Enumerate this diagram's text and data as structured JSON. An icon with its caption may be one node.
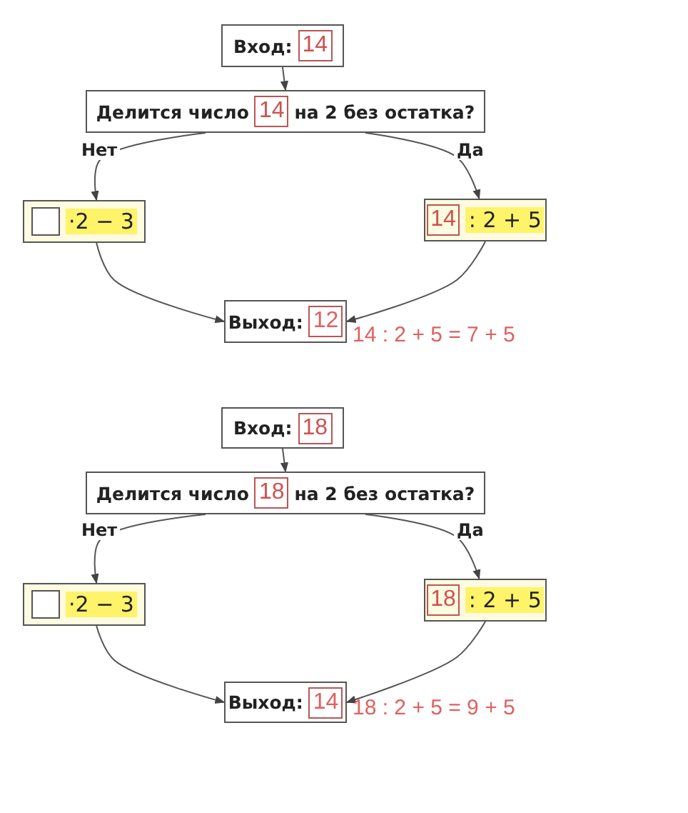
{
  "diagram": {
    "nodes": [
      {
        "text": [
          "Вход:",
          "14"
        ]
      },
      {
        "text": [
          "Делится число",
          "14",
          "на 2 без остатка?"
        ]
      },
      {
        "text": [
          "·2 − 3"
        ]
      },
      {
        "text": [
          "14",
          ": 2 + 5"
        ]
      },
      {
        "text": [
          "Выход:",
          "12"
        ],
        "beside": [
          "14 : 2 + 5 = 7 + 5"
        ]
      },
      {
        "text": [
          "Вход:",
          "18"
        ]
      },
      {
        "text": [
          "Делится число",
          "18",
          "на 2 без остатка?"
        ]
      },
      {
        "text": [
          "·2 − 3"
        ]
      },
      {
        "text": [
          "18",
          ": 2 + 5"
        ]
      },
      {
        "text": [
          "Выход:",
          "14"
        ],
        "beside": [
          "18 : 2 + 5 = 9 + 5"
        ]
      }
    ],
    "edges": [
      {
        "from": 0,
        "to": 1,
        "arrow": "to"
      },
      {
        "from": 1,
        "to": 2,
        "arrow": "to",
        "label": "Нет"
      },
      {
        "from": 1,
        "to": 3,
        "arrow": "to",
        "label": "Да"
      },
      {
        "from": 2,
        "to": 4,
        "arrow": "to"
      },
      {
        "from": 3,
        "to": 4,
        "arrow": "to"
      },
      {
        "from": 5,
        "to": 6,
        "arrow": "to"
      },
      {
        "from": 6,
        "to": 7,
        "arrow": "to",
        "label": "Нет"
      },
      {
        "from": 6,
        "to": 8,
        "arrow": "to",
        "label": "Да"
      },
      {
        "from": 7,
        "to": 9,
        "arrow": "to"
      },
      {
        "from": 8,
        "to": 9,
        "arrow": "to"
      }
    ]
  }
}
